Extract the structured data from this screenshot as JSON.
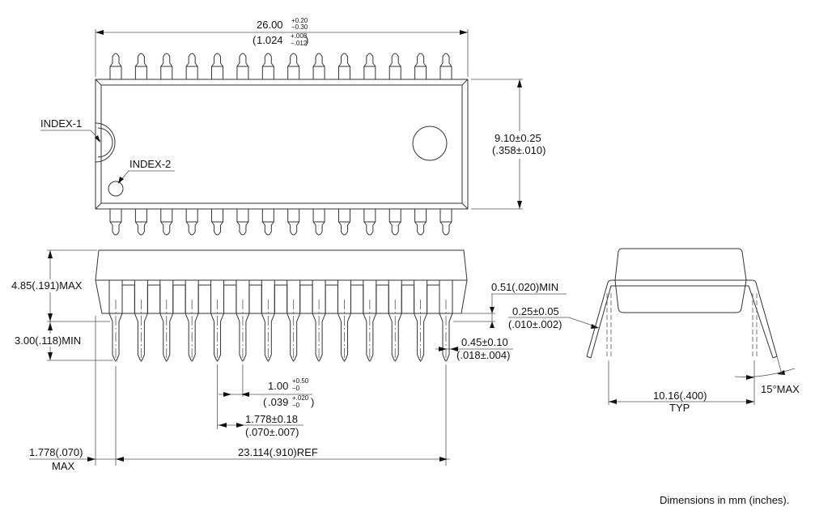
{
  "title": "Plastic DIP-28 Package Outline",
  "footer_note": "Dimensions in mm (inches).",
  "package": {
    "pin_count": 28,
    "pins_per_side": 14
  },
  "top_view": {
    "length": {
      "mm": "26.00",
      "mm_tol_plus": "+0.20",
      "mm_tol_minus": "−0.30",
      "in_open": "(",
      "inch": "1.024",
      "in_tol_plus": "+.008",
      "in_tol_minus": "−.012",
      "in_close": ")"
    },
    "width": {
      "mm": "9.10±0.25",
      "inch": "(.358±.010)"
    },
    "index1_label": "INDEX-1",
    "index2_label": "INDEX-2"
  },
  "side_view": {
    "height_max": "4.85(.191)MAX",
    "lead_length_min": "3.00(.118)MIN",
    "standoff_min": "0.51(.020)MIN",
    "lead_thickness": {
      "mm": "0.25±0.05",
      "inch": "(.010±.002)"
    },
    "lead_width": {
      "mm": "0.45±0.10",
      "inch": "(.018±.004)"
    },
    "shoulder_width": {
      "mm": "1.00",
      "mm_tol_plus": "+0.50",
      "mm_tol_minus": "−0",
      "in_open": "(",
      "inch": ".039",
      "in_tol_plus": "+.020",
      "in_tol_minus": "−0",
      "in_close": ")"
    },
    "pitch": {
      "mm": "1.778±0.18",
      "inch": "(.070±.007)"
    },
    "end_overhang": {
      "value": "1.778(.070)",
      "qualifier": "MAX"
    },
    "span": "23.114(.910)REF"
  },
  "end_view": {
    "row_spacing": "10.16(.400)",
    "row_spacing_qualifier": "TYP",
    "lead_angle": "15°MAX"
  }
}
